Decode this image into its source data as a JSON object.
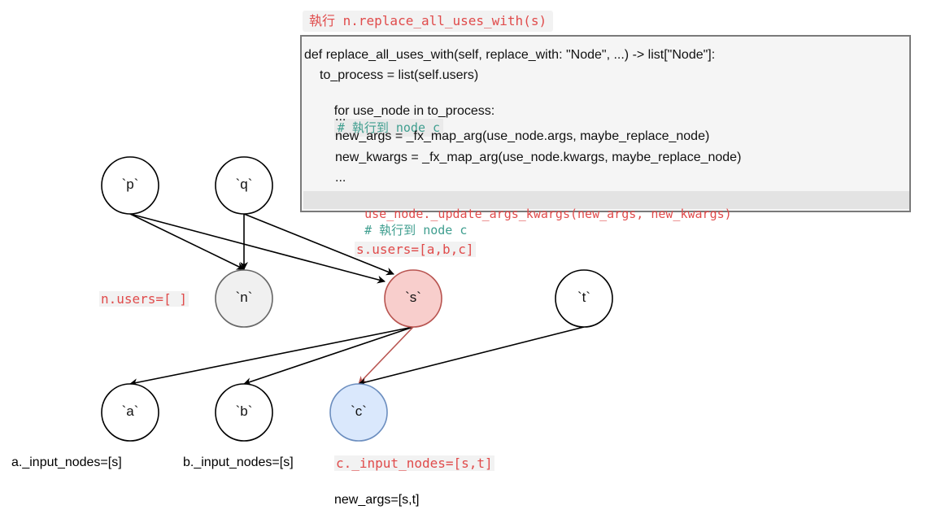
{
  "header": {
    "title": "執行 n.replace_all_uses_with(s)"
  },
  "code": {
    "line1": "def replace_all_uses_with(self, replace_with: \"Node\", ...) -> list[\"Node\"]:",
    "line2": "to_process = list(self.users)",
    "line3_code": "for use_node in to_process:",
    "line3_comment": "# 執行到 node c",
    "line4": "...",
    "line5": "new_args = _fx_map_arg(use_node.args, maybe_replace_node)",
    "line6": "new_kwargs = _fx_map_arg(use_node.kwargs, maybe_replace_node)",
    "line7": "...",
    "line8_code": "use_node._update_args_kwargs(new_args, new_kwargs)",
    "line8_comment": "# 執行到 node c"
  },
  "nodes": {
    "p": "`p`",
    "q": "`q`",
    "n": "`n`",
    "s": "`s`",
    "t": "`t`",
    "a": "`a`",
    "b": "`b`",
    "c": "`c`"
  },
  "annotations": {
    "s_users": "s.users=[a,b,c]",
    "n_users": "n.users=[ ]",
    "a_input": "a._input_nodes=[s]",
    "b_input": "b._input_nodes=[s]",
    "c_input": "c._input_nodes=[s,t]",
    "new_args": "new_args=[s,t]"
  },
  "colors": {
    "node_default": "#ffffff",
    "node_n": "#f0f0f0",
    "node_s": "#f8cecc",
    "node_s_border": "#b85450",
    "node_c": "#dae8fc",
    "node_c_border": "#6c8ebf",
    "accent_red": "#e04b4b",
    "comment_teal": "#3f9e8f"
  }
}
